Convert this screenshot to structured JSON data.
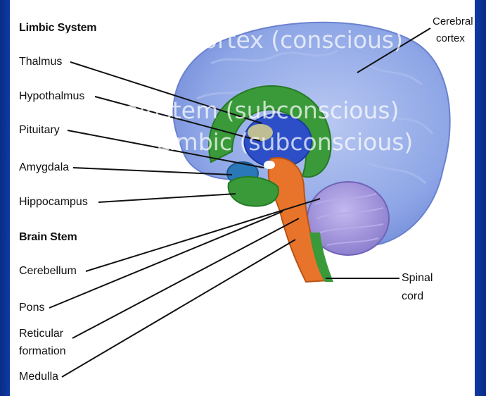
{
  "labels": {
    "limbic_header": "Limbic System",
    "thalmus": "Thalmus",
    "hypothalmus": "Hypothalmus",
    "pituitary": "Pituitary",
    "amygdala": "Amygdala",
    "hippocampus": "Hippocampus",
    "brainstem_header": "Brain Stem",
    "cerebellum": "Cerebellum",
    "pons": "Pons",
    "reticular_line1": "Reticular",
    "reticular_line2": "formation",
    "medulla": "Medulla",
    "cerebral_line1": "Cerebral",
    "cerebral_line2": "cortex",
    "spinal_line1": "Spinal",
    "spinal_line2": "cord"
  },
  "overlay": {
    "prefrontal": "Pre-Frontal Cortex (conscious)",
    "brainstem": "Brainstem (subconscious)",
    "limbic": "Limbic (subconscious)"
  },
  "colors": {
    "frame": "#0f3aa6",
    "cortex": "#8ea6e6",
    "cerebellum": "#9a8fd6",
    "limbic_green": "#3a9a3a",
    "thalamus_blue": "#2c4fc8",
    "brainstem_orange": "#e8742c",
    "amygdala": "#2a78b8",
    "overlay_text": "#ffffff"
  }
}
